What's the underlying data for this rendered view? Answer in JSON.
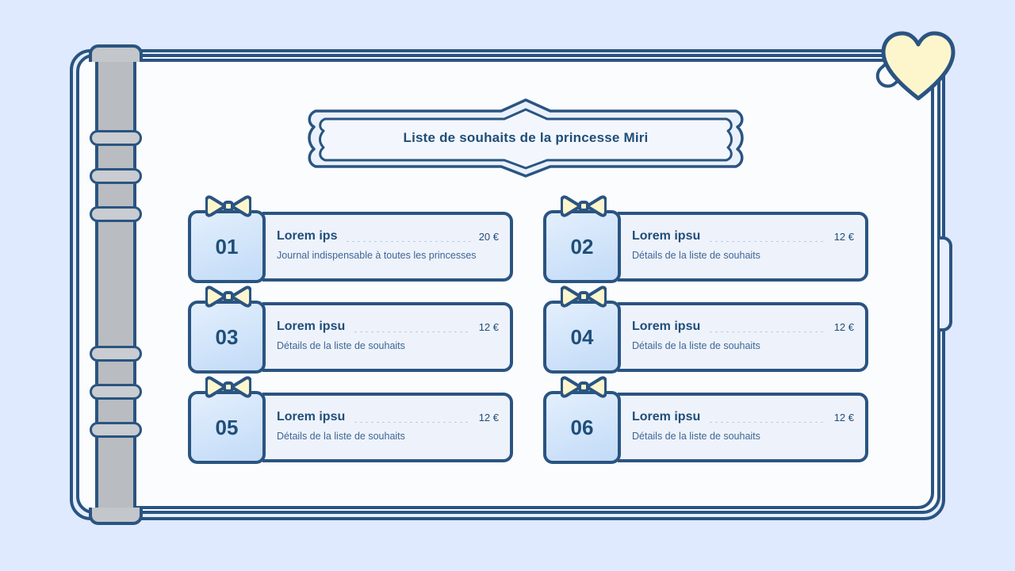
{
  "theme": {
    "page_background": "#dfeaff",
    "paper": "#fbfcfe",
    "ink": "#2a5481",
    "accent_text": "#1f4e79",
    "badge_fill": "#c2dbf7",
    "card_fill": "#eef2fb",
    "ribbon_fill": "#fdf6cd",
    "spine_gray": "#b9bcc0"
  },
  "header": {
    "title": "Liste de souhaits de la princesse Miri"
  },
  "decorations": {
    "heart_bookmark": "heart-icon",
    "clip": "clip-tab-icon",
    "edge_tab": "page-edge-tab",
    "ring_count": 6
  },
  "cards": [
    {
      "number": "01",
      "title": "Lorem ips",
      "price": "20 €",
      "subtitle": "Journal indispensable à toutes les princesses"
    },
    {
      "number": "02",
      "title": "Lorem ipsu",
      "price": "12 €",
      "subtitle": "Détails de la liste de souhaits"
    },
    {
      "number": "03",
      "title": "Lorem ipsu",
      "price": "12 €",
      "subtitle": "Détails de la liste de souhaits"
    },
    {
      "number": "04",
      "title": "Lorem ipsu",
      "price": "12 €",
      "subtitle": "Détails de la liste de souhaits"
    },
    {
      "number": "05",
      "title": "Lorem ipsu",
      "price": "12 €",
      "subtitle": "Détails de la liste de souhaits"
    },
    {
      "number": "06",
      "title": "Lorem ipsu",
      "price": "12 €",
      "subtitle": "Détails de la liste de souhaits"
    }
  ]
}
